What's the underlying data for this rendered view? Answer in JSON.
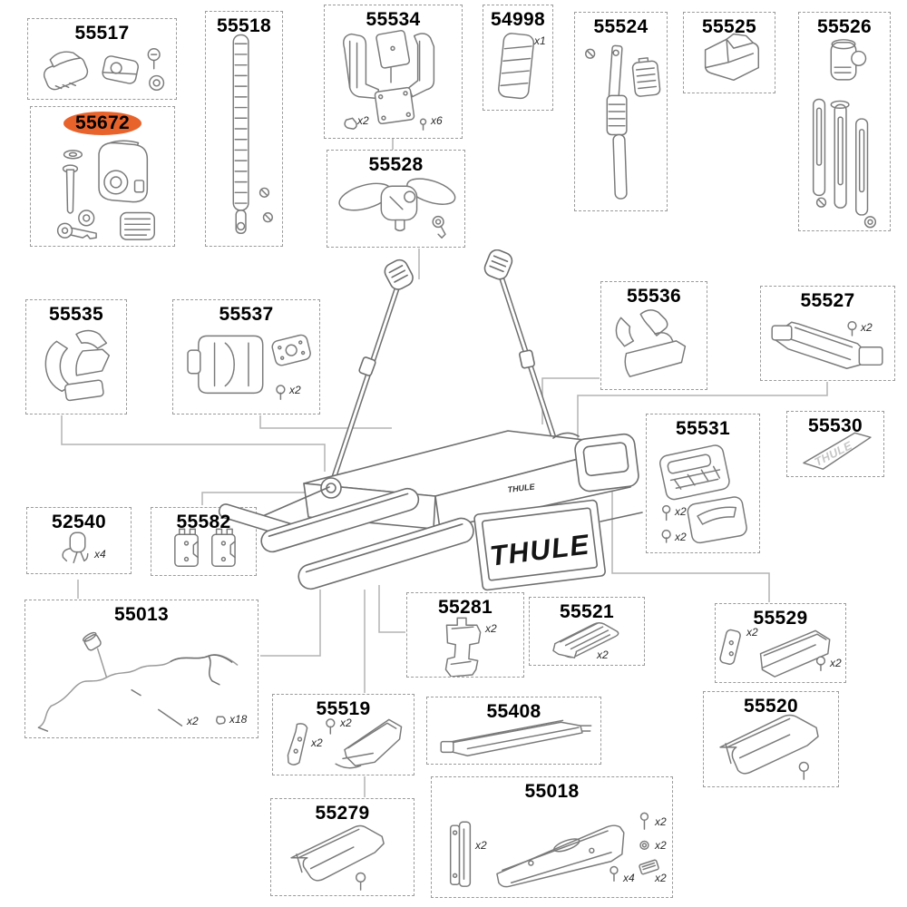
{
  "highlight": {
    "color": "#E8632C",
    "highlighted_part": "55672"
  },
  "main": {
    "brand_plate": "THULE",
    "brand_small": "THULE",
    "sticker_text": "THULE"
  },
  "boxes": [
    {
      "id": "55517",
      "label": "55517",
      "annotations": []
    },
    {
      "id": "55672",
      "label": "55672",
      "annotations": [],
      "highlighted": true
    },
    {
      "id": "55518",
      "label": "55518",
      "annotations": []
    },
    {
      "id": "55534",
      "label": "55534",
      "annotations": [
        "x2",
        "x6"
      ]
    },
    {
      "id": "55528",
      "label": "55528",
      "annotations": []
    },
    {
      "id": "54998",
      "label": "54998",
      "annotations": [
        "x1"
      ]
    },
    {
      "id": "55524",
      "label": "55524",
      "annotations": []
    },
    {
      "id": "55525",
      "label": "55525",
      "annotations": []
    },
    {
      "id": "55526",
      "label": "55526",
      "annotations": []
    },
    {
      "id": "55535",
      "label": "55535",
      "annotations": []
    },
    {
      "id": "55537",
      "label": "55537",
      "annotations": [
        "x2"
      ]
    },
    {
      "id": "55536",
      "label": "55536",
      "annotations": []
    },
    {
      "id": "55527",
      "label": "55527",
      "annotations": [
        "x2"
      ]
    },
    {
      "id": "55531",
      "label": "55531",
      "annotations": [
        "x2",
        "x2"
      ]
    },
    {
      "id": "55530",
      "label": "55530",
      "annotations": []
    },
    {
      "id": "52540",
      "label": "52540",
      "annotations": [
        "x4"
      ]
    },
    {
      "id": "55582",
      "label": "55582",
      "annotations": []
    },
    {
      "id": "55013",
      "label": "55013",
      "annotations": [
        "x2",
        "x18"
      ]
    },
    {
      "id": "55281",
      "label": "55281",
      "annotations": [
        "x2"
      ]
    },
    {
      "id": "55521",
      "label": "55521",
      "annotations": [
        "x2"
      ]
    },
    {
      "id": "55529",
      "label": "55529",
      "annotations": [
        "x2",
        "x2"
      ]
    },
    {
      "id": "55519",
      "label": "55519",
      "annotations": [
        "x2",
        "x2"
      ]
    },
    {
      "id": "55408",
      "label": "55408",
      "annotations": []
    },
    {
      "id": "55520",
      "label": "55520",
      "annotations": []
    },
    {
      "id": "55279",
      "label": "55279",
      "annotations": []
    },
    {
      "id": "55018",
      "label": "55018",
      "annotations": [
        "x2",
        "x2",
        "x2",
        "x2",
        "x4"
      ]
    }
  ]
}
